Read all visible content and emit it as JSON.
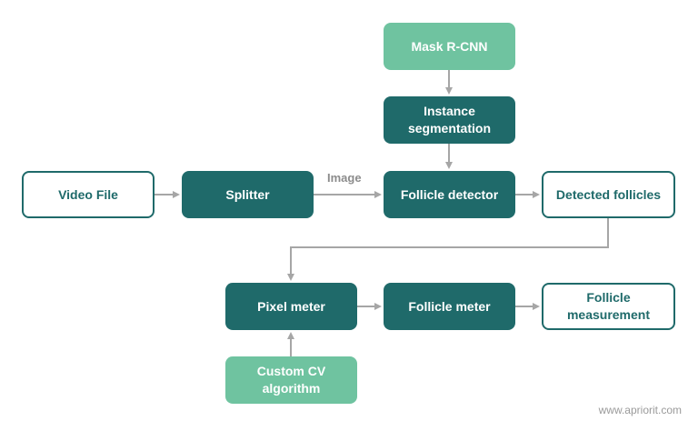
{
  "nodes": {
    "mask_rcnn": "Mask R-CNN",
    "instance_segmentation_line1": "Instance",
    "instance_segmentation_line2": "segmentation",
    "video_file": "Video File",
    "splitter": "Splitter",
    "follicle_detector": "Follicle detector",
    "detected_follicles": "Detected follicles",
    "pixel_meter": "Pixel meter",
    "follicle_meter": "Follicle meter",
    "follicle_measurement_line1": "Follicle",
    "follicle_measurement_line2": "measurement",
    "custom_cv_line1": "Custom CV",
    "custom_cv_line2": "algorithm"
  },
  "edge_labels": {
    "splitter_to_detector": "Image"
  },
  "watermark": "www.apriorit.com",
  "colors": {
    "dark_node": "#1f6a6a",
    "light_node": "#6fc3a0",
    "outline_border": "#1f6a6a",
    "connector": "#a6a6a6"
  }
}
